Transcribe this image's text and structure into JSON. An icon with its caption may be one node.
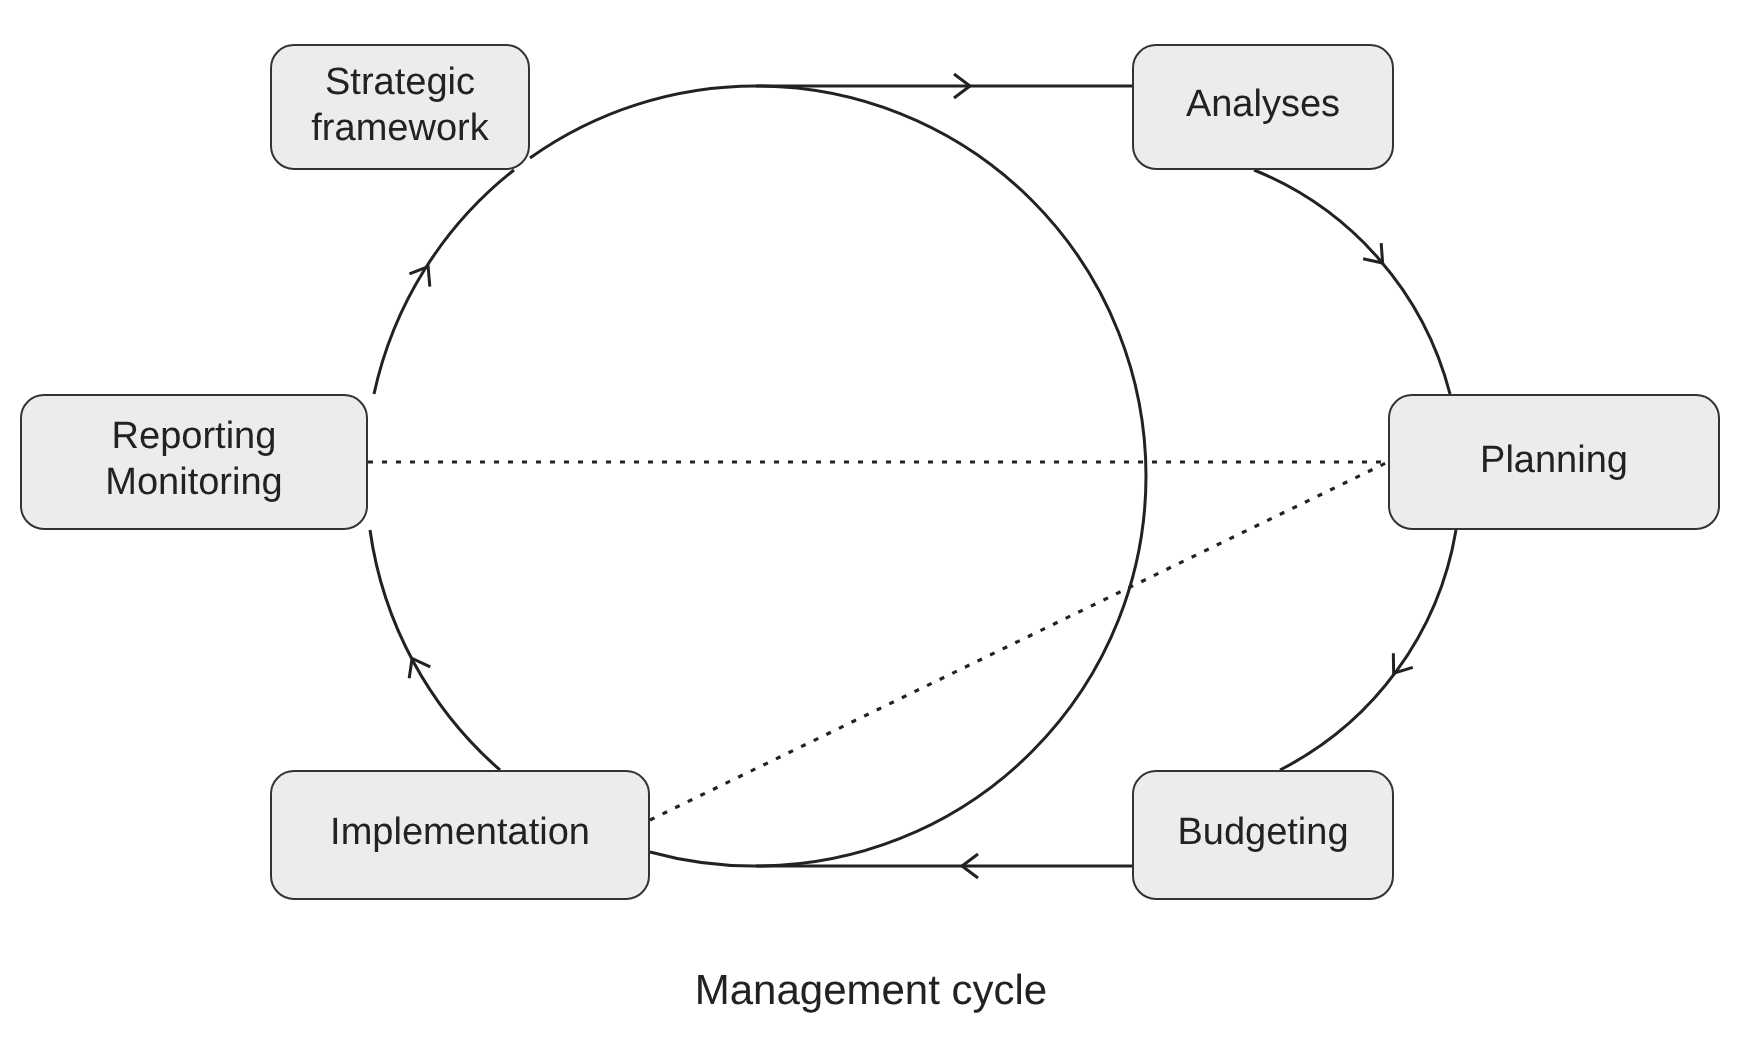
{
  "diagram": {
    "caption": "Management cycle",
    "nodes": [
      {
        "text": [
          "Strategic framework"
        ]
      },
      {
        "text": [
          "Analyses"
        ]
      },
      {
        "text": [
          "Reporting Monitoring"
        ]
      },
      {
        "text": [
          "Planning"
        ]
      },
      {
        "text": [
          "Implementation"
        ]
      },
      {
        "text": [
          "Budgeting"
        ]
      }
    ],
    "edges": [
      {
        "from": 0,
        "to": 1,
        "arrow": "to"
      },
      {
        "from": 1,
        "to": 3,
        "arrow": "to"
      },
      {
        "from": 3,
        "to": 5,
        "arrow": "to"
      },
      {
        "from": 5,
        "to": 4,
        "arrow": "to"
      },
      {
        "from": 4,
        "to": 2,
        "arrow": "to"
      },
      {
        "from": 2,
        "to": 0,
        "arrow": "to"
      },
      {
        "from": 2,
        "to": 3,
        "arrow": "none",
        "style": "dashed"
      },
      {
        "from": 4,
        "to": 3,
        "arrow": "none",
        "style": "dashed"
      }
    ]
  }
}
